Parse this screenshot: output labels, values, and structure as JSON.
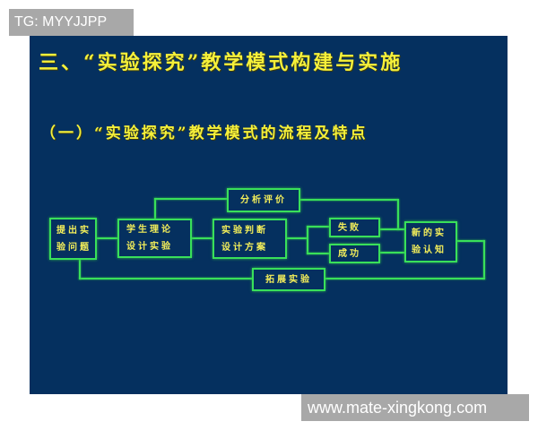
{
  "watermarks": {
    "top": "TG: MYYJJPP",
    "bottom": "www.mate-xingkong.com"
  },
  "slide": {
    "title": "三、“实验探究”教学模式构建与实施",
    "subtitle": "（一）“实验探究”教学模式的流程及特点",
    "colors": {
      "background": "#05305f",
      "text": "#f5f03a",
      "lines": "#39e05a"
    },
    "flowchart": {
      "nodes": {
        "raise_question": {
          "line1": "提出实",
          "line2": "验问题"
        },
        "student_theory": {
          "line1": "学生理论",
          "line2": "设计实验"
        },
        "judge_design": {
          "line1": "实验判断",
          "line2": "设计方案"
        },
        "analysis": {
          "label": "分析评价"
        },
        "failure": {
          "label": "失败"
        },
        "success": {
          "label": "成功"
        },
        "new_knowledge": {
          "line1": "新的实",
          "line2": "验认知"
        },
        "extend": {
          "label": "拓展实验"
        }
      }
    }
  }
}
